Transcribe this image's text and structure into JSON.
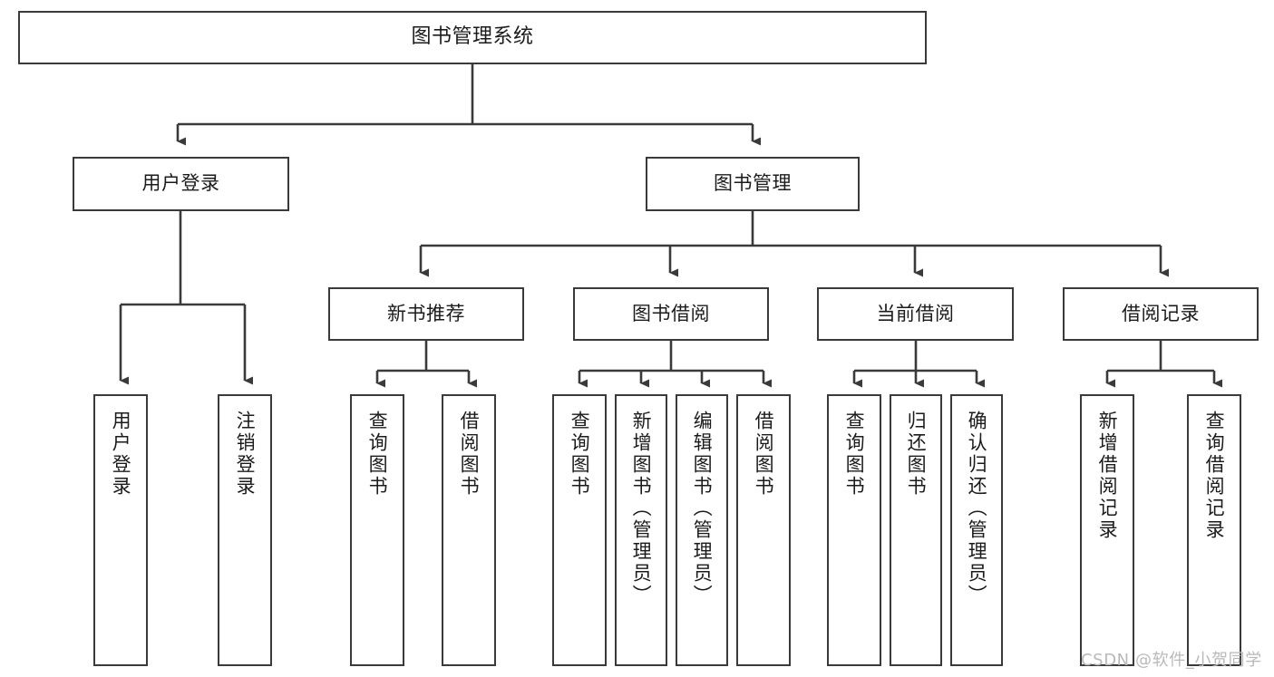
{
  "diagram": {
    "title": "图书管理系统",
    "type": "tree-hierarchy",
    "orientation": "top-down",
    "colors": {
      "node_border": "#3a3a3a",
      "node_fill": "#ffffff",
      "edge": "#3a3a3a",
      "text": "#1b1b1b",
      "watermark": "#b9b9b9",
      "background": "#ffffff"
    },
    "root": {
      "label": "图书管理系统"
    },
    "level2": [
      {
        "label": "用户登录"
      },
      {
        "label": "图书管理"
      }
    ],
    "level3": [
      {
        "label": "新书推荐"
      },
      {
        "label": "图书借阅"
      },
      {
        "label": "当前借阅"
      },
      {
        "label": "借阅记录"
      }
    ],
    "leaves": {
      "user_login": [
        {
          "label": "用户登录"
        },
        {
          "label": "注销登录"
        }
      ],
      "new_book_recommend": [
        {
          "label": "查询图书"
        },
        {
          "label": "借阅图书"
        }
      ],
      "book_borrow": [
        {
          "label": "查询图书"
        },
        {
          "label": "新增图书（管理员）"
        },
        {
          "label": "编辑图书（管理员）"
        },
        {
          "label": "借阅图书"
        }
      ],
      "current_borrow": [
        {
          "label": "查询图书"
        },
        {
          "label": "归还图书"
        },
        {
          "label": "确认归还（管理员）"
        }
      ],
      "borrow_record": [
        {
          "label": "新增借阅记录"
        },
        {
          "label": "查询借阅记录"
        }
      ]
    }
  },
  "watermark": {
    "text": "CSDN @软件_小贺同学"
  }
}
